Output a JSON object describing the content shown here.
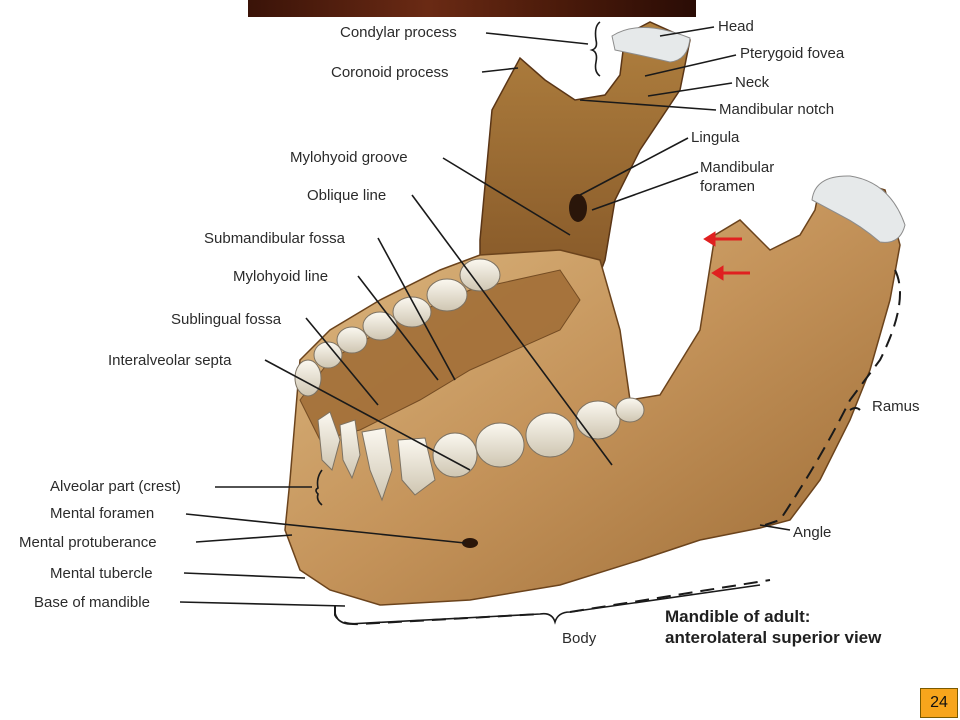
{
  "figure": {
    "title_line1": "Mandible of adult:",
    "title_line2": "anterolateral superior view",
    "page_number": "24",
    "labels": {
      "condylar_process": "Condylar process",
      "coronoid_process": "Coronoid process",
      "mylohyoid_groove": "Mylohyoid groove",
      "oblique_line": "Oblique line",
      "submandibular_fossa": "Submandibular fossa",
      "mylohyoid_line": "Mylohyoid line",
      "sublingual_fossa": "Sublingual fossa",
      "interalveolar_septa": "Interalveolar septa",
      "alveolar_part": "Alveolar part (crest)",
      "mental_foramen": "Mental foramen",
      "mental_protuberance": "Mental protuberance",
      "mental_tubercle": "Mental tubercle",
      "base_of_mandible": "Base of mandible",
      "head": "Head",
      "pterygoid_fovea": "Pterygoid fovea",
      "neck": "Neck",
      "mandibular_notch": "Mandibular notch",
      "lingula": "Lingula",
      "mandibular_foramen_1": "Mandibular",
      "mandibular_foramen_2": "foramen",
      "ramus": "Ramus",
      "angle": "Angle",
      "body": "Body"
    },
    "colors": {
      "bone": "#c99a5c",
      "bone_dark": "#8a5a2a",
      "bone_light": "#e2c08a",
      "tooth": "#f1ece0",
      "cartilage": "#dfe4e6",
      "arrow_red": "#e02020",
      "badge": "#f7a51c"
    }
  }
}
